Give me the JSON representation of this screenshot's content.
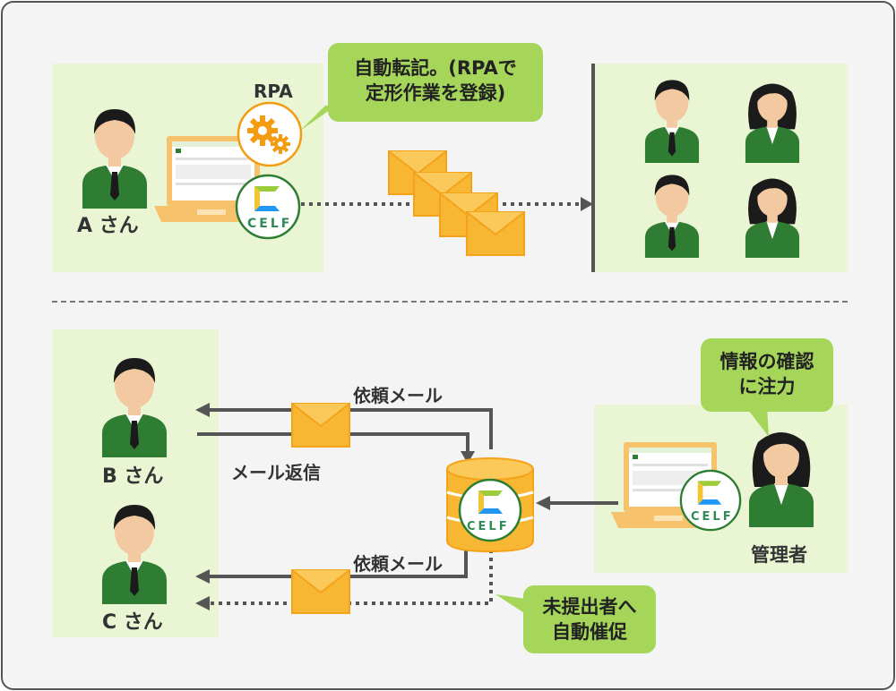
{
  "top": {
    "person_a_label": "A さん",
    "rpa_label": "RPA",
    "bubble_lines": [
      "自動転記。(RPAで",
      "定形作業を登録)"
    ],
    "celf_logo_text": "CELF"
  },
  "bottom": {
    "person_b_label": "B さん",
    "person_c_label": "C さん",
    "request_mail_top": "依頼メール",
    "reply_mail": "メール返信",
    "request_mail_bottom": "依頼メール",
    "db_logo_text": "CELF",
    "manager_label": "管理者",
    "manager_bubble_lines": [
      "情報の確認",
      "に注力"
    ],
    "reminder_bubble_lines": [
      "未提出者へ",
      "自動催促"
    ],
    "manager_celf_logo_text": "CELF"
  },
  "colors": {
    "panel_green": "#eaf5d3",
    "bubble_green": "#a5d65a",
    "suit_green": "#2e7d32",
    "envelope_orange": "#f7b733",
    "gear_orange": "#f39c12",
    "arrow_gray": "#555555"
  }
}
